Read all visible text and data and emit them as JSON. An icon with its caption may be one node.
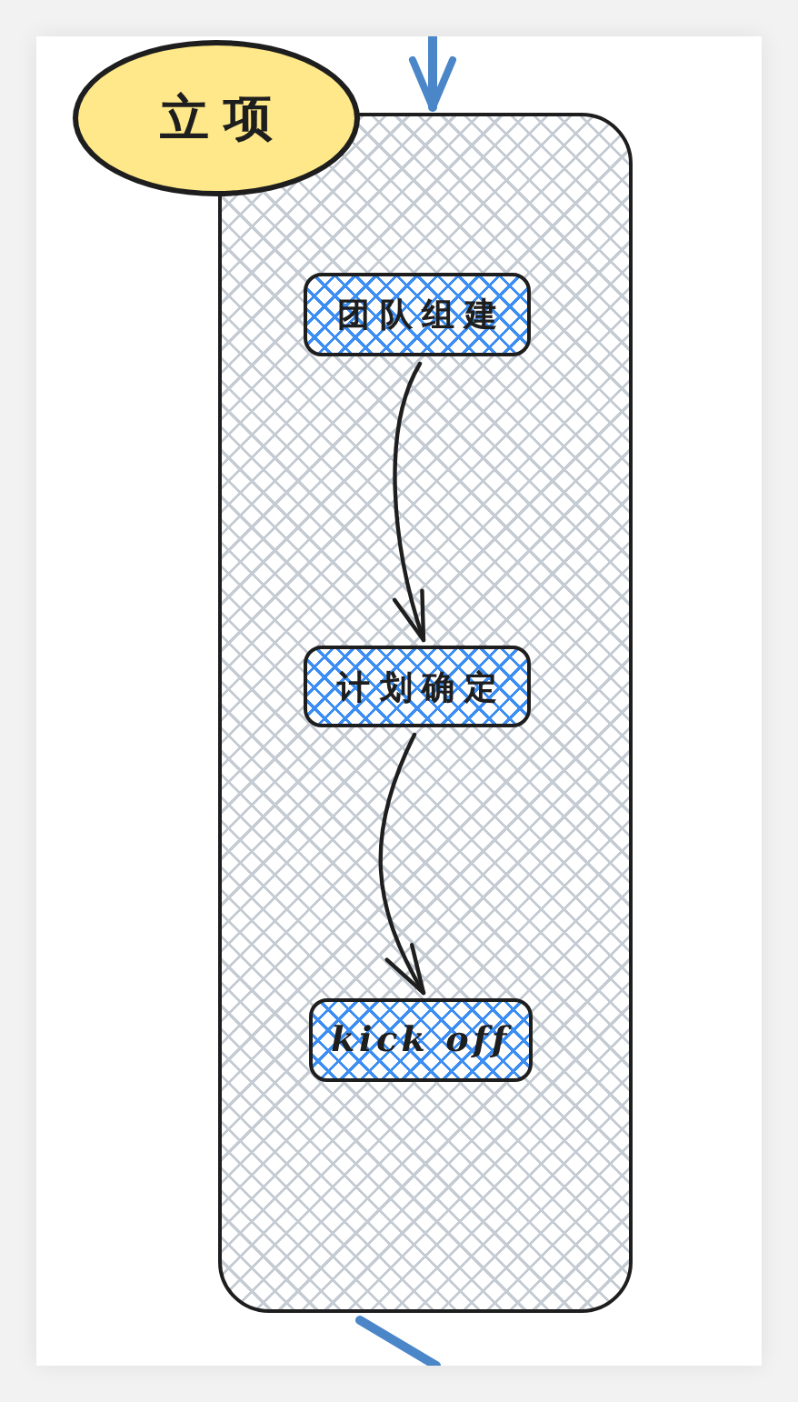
{
  "diagram": {
    "nodes": [
      {
        "text": [
          "立项"
        ]
      },
      {
        "text": [],
        "shape": "box"
      },
      {
        "text": [
          "团队组建"
        ],
        "in": 1
      },
      {
        "text": [
          "计划确定"
        ],
        "in": 1
      },
      {
        "text": [
          "kick off"
        ],
        "in": 1
      }
    ],
    "edges": [
      {
        "from": null,
        "to": 1,
        "arrow": "to",
        "style": "thick",
        "color": "#4a86c8"
      },
      {
        "from": 2,
        "to": 3,
        "arrow": "to",
        "color": "#1e1e1e"
      },
      {
        "from": 3,
        "to": 4,
        "arrow": "to",
        "color": "#1e1e1e"
      },
      {
        "from": 1,
        "to": null,
        "arrow": "none",
        "style": "thick",
        "color": "#4a86c8"
      }
    ]
  }
}
